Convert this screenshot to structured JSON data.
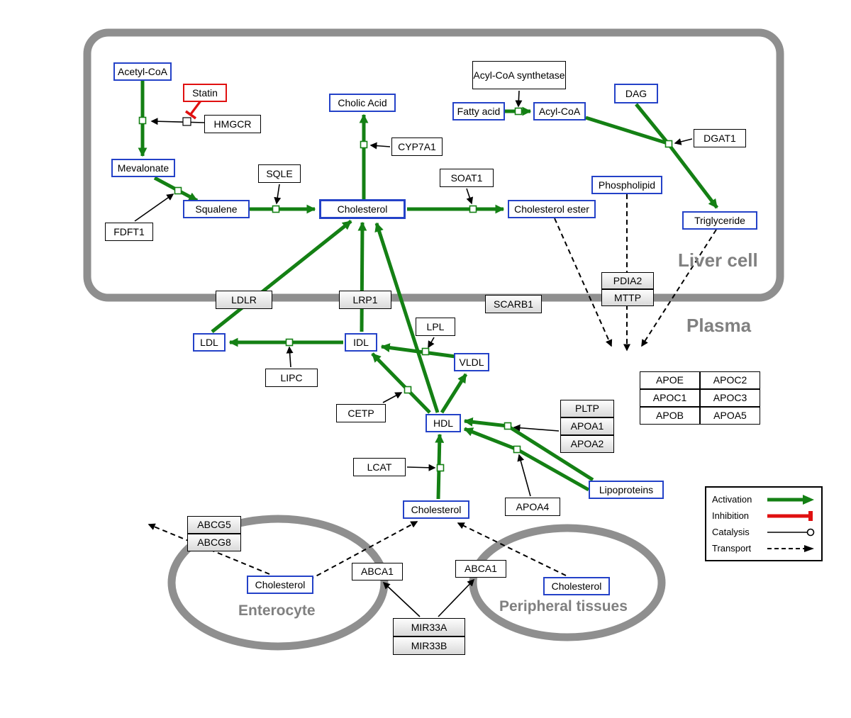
{
  "compartments": {
    "liver": {
      "label": "Liver cell"
    },
    "plasma": {
      "label": "Plasma"
    },
    "enterocyte": {
      "label": "Enterocyte"
    },
    "peripheral": {
      "label": "Peripheral tissues"
    }
  },
  "nodes": {
    "acetyl_coa": {
      "label": "Acetyl-CoA",
      "type": "metabolite"
    },
    "statin": {
      "label": "Statin",
      "type": "drug"
    },
    "hmgcr": {
      "label": "HMGCR",
      "type": "gene"
    },
    "mevalonate": {
      "label": "Mevalonate",
      "type": "metabolite"
    },
    "fdft1": {
      "label": "FDFT1",
      "type": "gene"
    },
    "squalene": {
      "label": "Squalene",
      "type": "metabolite"
    },
    "sqle": {
      "label": "SQLE",
      "type": "gene"
    },
    "cholic_acid": {
      "label": "Cholic Acid",
      "type": "metabolite"
    },
    "cyp7a1": {
      "label": "CYP7A1",
      "type": "gene"
    },
    "cholesterol_liver": {
      "label": "Cholesterol",
      "type": "metabolite"
    },
    "soat1": {
      "label": "SOAT1",
      "type": "gene"
    },
    "cholesterol_ester": {
      "label": "Cholesterol ester",
      "type": "metabolite"
    },
    "acyl_coa_synthetase": {
      "label": "Acyl-CoA synthetase",
      "type": "gene"
    },
    "fatty_acid": {
      "label": "Fatty acid",
      "type": "metabolite"
    },
    "acyl_coa": {
      "label": "Acyl-CoA",
      "type": "metabolite"
    },
    "dag": {
      "label": "DAG",
      "type": "metabolite"
    },
    "dgat1": {
      "label": "DGAT1",
      "type": "gene"
    },
    "phospholipid": {
      "label": "Phospholipid",
      "type": "metabolite"
    },
    "triglyceride": {
      "label": "Triglyceride",
      "type": "metabolite"
    },
    "pdia2": {
      "label": "PDIA2",
      "type": "gene"
    },
    "mttp": {
      "label": "MTTP",
      "type": "gene"
    },
    "ldlr": {
      "label": "LDLR",
      "type": "gene"
    },
    "lrp1": {
      "label": "LRP1",
      "type": "gene"
    },
    "scarb1": {
      "label": "SCARB1",
      "type": "gene"
    },
    "ldl": {
      "label": "LDL",
      "type": "metabolite"
    },
    "idl": {
      "label": "IDL",
      "type": "metabolite"
    },
    "lipc": {
      "label": "LIPC",
      "type": "gene"
    },
    "lpl": {
      "label": "LPL",
      "type": "gene"
    },
    "vldl": {
      "label": "VLDL",
      "type": "metabolite"
    },
    "cetp": {
      "label": "CETP",
      "type": "gene"
    },
    "hdl": {
      "label": "HDL",
      "type": "metabolite"
    },
    "lcat": {
      "label": "LCAT",
      "type": "gene"
    },
    "pltp": {
      "label": "PLTP",
      "type": "gene"
    },
    "apoa1": {
      "label": "APOA1",
      "type": "gene"
    },
    "apoa2": {
      "label": "APOA2",
      "type": "gene"
    },
    "apoa4": {
      "label": "APOA4",
      "type": "gene"
    },
    "apoe": {
      "label": "APOE",
      "type": "gene"
    },
    "apoc2": {
      "label": "APOC2",
      "type": "gene"
    },
    "apoc1": {
      "label": "APOC1",
      "type": "gene"
    },
    "apoc3": {
      "label": "APOC3",
      "type": "gene"
    },
    "apob": {
      "label": "APOB",
      "type": "gene"
    },
    "apoa5": {
      "label": "APOA5",
      "type": "gene"
    },
    "lipoproteins": {
      "label": "Lipoproteins",
      "type": "metabolite"
    },
    "cholesterol_plasma": {
      "label": "Cholesterol",
      "type": "metabolite"
    },
    "abcg5": {
      "label": "ABCG5",
      "type": "gene"
    },
    "abcg8": {
      "label": "ABCG8",
      "type": "gene"
    },
    "cholesterol_enterocyte": {
      "label": "Cholesterol",
      "type": "metabolite"
    },
    "abca1_enterocyte": {
      "label": "ABCA1",
      "type": "gene"
    },
    "abca1_peripheral": {
      "label": "ABCA1",
      "type": "gene"
    },
    "cholesterol_peripheral": {
      "label": "Cholesterol",
      "type": "metabolite"
    },
    "mir33a": {
      "label": "MIR33A",
      "type": "gene"
    },
    "mir33b": {
      "label": "MIR33B",
      "type": "gene"
    }
  },
  "legend": {
    "activation": "Activation",
    "inhibition": "Inhibition",
    "catalysis": "Catalysis",
    "transport": "Transport"
  },
  "colors": {
    "metabolite_border": "#2442c8",
    "activation_green": "#148014",
    "inhibition_red": "#e01010",
    "membrane_gray": "#8f8f8f",
    "compartment_label_gray": "#808080"
  }
}
